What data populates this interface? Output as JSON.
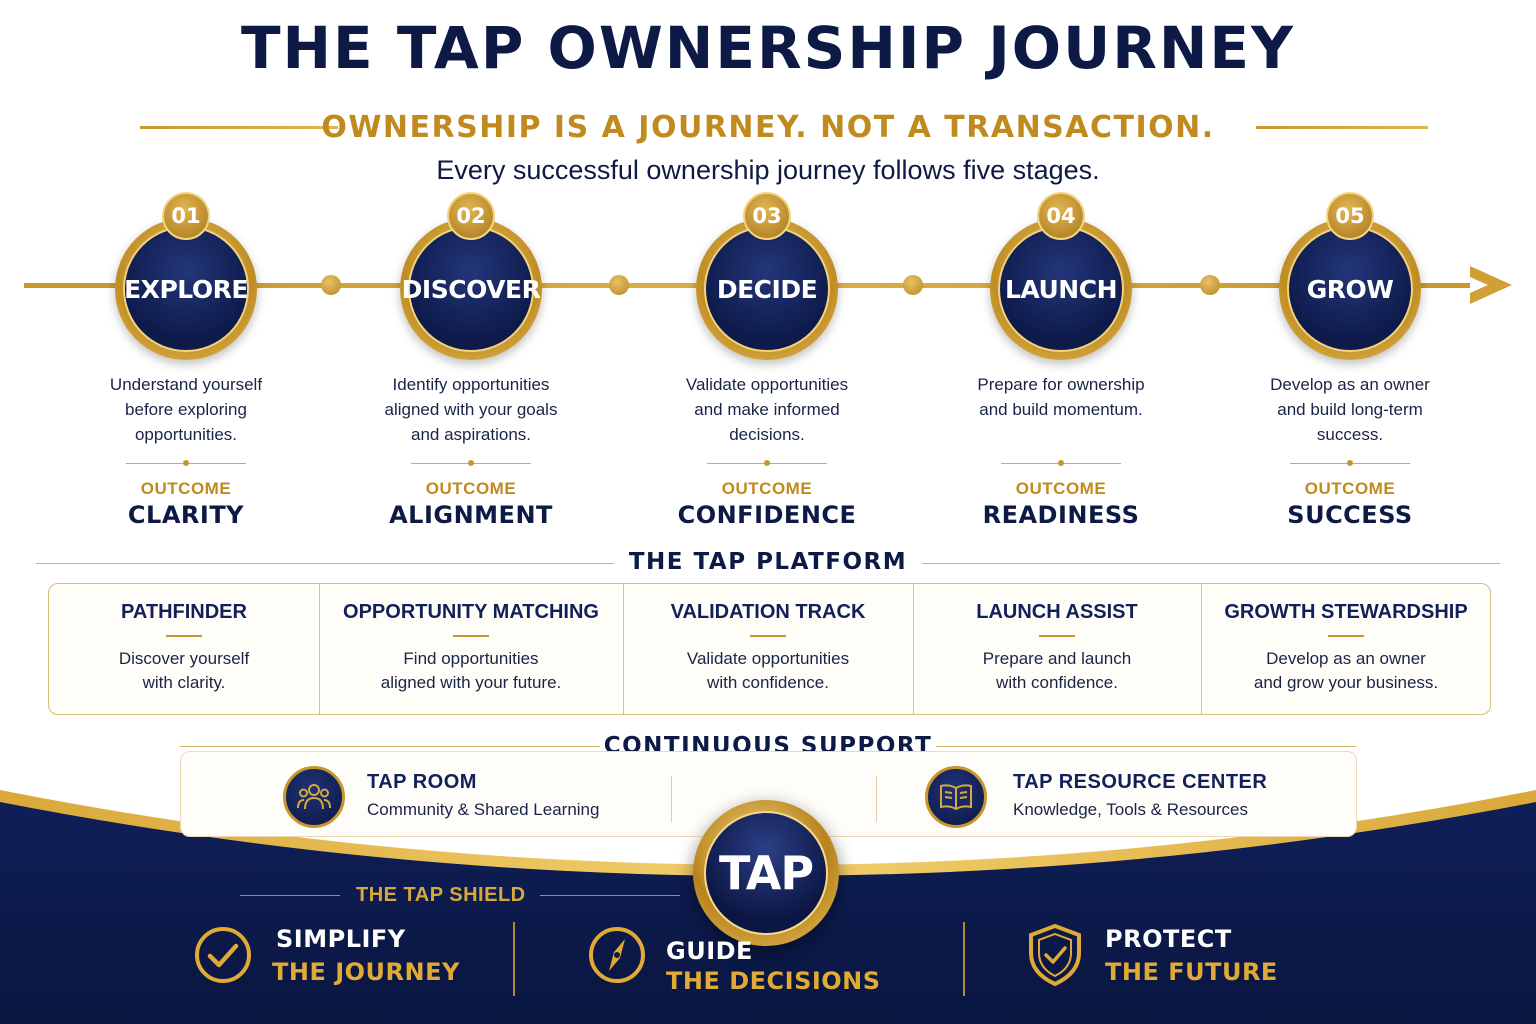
{
  "title": "THE TAP OWNERSHIP JOURNEY",
  "subtitle": "OWNERSHIP IS A JOURNEY. NOT A TRANSACTION.",
  "intro": "Every successful ownership journey follows five stages.",
  "stages": [
    {
      "number": "01",
      "name": "EXPLORE",
      "description_lines": [
        "Understand yourself",
        "before exploring",
        "opportunities."
      ],
      "outcome_label": "OUTCOME",
      "outcome": "CLARITY"
    },
    {
      "number": "02",
      "name": "DISCOVER",
      "description_lines": [
        "Identify opportunities",
        "aligned with your goals",
        "and aspirations."
      ],
      "outcome_label": "OUTCOME",
      "outcome": "ALIGNMENT"
    },
    {
      "number": "03",
      "name": "DECIDE",
      "description_lines": [
        "Validate opportunities",
        "and make informed",
        "decisions."
      ],
      "outcome_label": "OUTCOME",
      "outcome": "CONFIDENCE"
    },
    {
      "number": "04",
      "name": "LAUNCH",
      "description_lines": [
        "Prepare for ownership",
        "and build momentum."
      ],
      "outcome_label": "OUTCOME",
      "outcome": "READINESS"
    },
    {
      "number": "05",
      "name": "GROW",
      "description_lines": [
        "Develop as an owner",
        "and build long-term",
        "success."
      ],
      "outcome_label": "OUTCOME",
      "outcome": "SUCCESS"
    }
  ],
  "platform": {
    "heading": "THE TAP PLATFORM",
    "items": [
      {
        "title": "PATHFINDER",
        "lines": [
          "Discover yourself",
          "with clarity."
        ]
      },
      {
        "title": "OPPORTUNITY MATCHING",
        "lines": [
          "Find opportunities",
          "aligned with your future."
        ]
      },
      {
        "title": "VALIDATION TRACK",
        "lines": [
          "Validate opportunities",
          "with confidence."
        ]
      },
      {
        "title": "LAUNCH ASSIST",
        "lines": [
          "Prepare and launch",
          "with confidence."
        ]
      },
      {
        "title": "GROWTH STEWARDSHIP",
        "lines": [
          "Develop as an owner",
          "and grow your business."
        ]
      }
    ]
  },
  "support": {
    "heading": "CONTINUOUS SUPPORT",
    "items": [
      {
        "title": "TAP ROOM",
        "description": "Community & Shared Learning",
        "icon": "people-group-icon"
      },
      {
        "title": "TAP RESOURCE CENTER",
        "description": "Knowledge, Tools & Resources",
        "icon": "open-book-icon"
      }
    ]
  },
  "badge": "TAP",
  "shield": {
    "heading": "THE TAP SHIELD",
    "pillars": [
      {
        "top": "SIMPLIFY",
        "bottom": "THE JOURNEY",
        "icon": "check-circle-icon"
      },
      {
        "top": "GUIDE",
        "bottom": "THE DECISIONS",
        "icon": "compass-icon"
      },
      {
        "top": "PROTECT",
        "bottom": "THE FUTURE",
        "icon": "shield-check-icon"
      }
    ]
  },
  "colors": {
    "navy": "#0c1a45",
    "gold": "#c8962b",
    "gold_text": "#c08a1e",
    "white": "#ffffff"
  }
}
